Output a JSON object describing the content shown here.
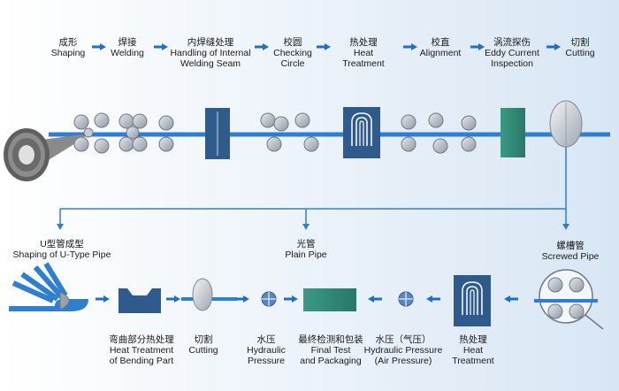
{
  "top_steps": [
    {
      "cn": "成形",
      "en": [
        "Shaping"
      ]
    },
    {
      "cn": "焊接",
      "en": [
        "Welding"
      ]
    },
    {
      "cn": "内焊缝处理",
      "en": [
        "Handling of Internal",
        "Welding Seam"
      ]
    },
    {
      "cn": "校圆",
      "en": [
        "Checking",
        "Circle"
      ]
    },
    {
      "cn": "热处理",
      "en": [
        "Heat",
        "Treatment"
      ]
    },
    {
      "cn": "校直",
      "en": [
        "Alignment"
      ]
    },
    {
      "cn": "涡流探伤",
      "en": [
        "Eddy Current",
        "Inspection"
      ]
    },
    {
      "cn": "切割",
      "en": [
        "Cutting"
      ]
    }
  ],
  "branches": [
    {
      "cn": "U型管成型",
      "en": [
        "Shaping of U-Type Pipe"
      ]
    },
    {
      "cn": "光管",
      "en": [
        "Plain Pipe"
      ]
    },
    {
      "cn": "螺槽管",
      "en": [
        "Screwed Pipe"
      ]
    }
  ],
  "bottom_steps": [
    {
      "cn": "弯曲部分热处理",
      "en": [
        "Heat Treatment",
        "of Bending Part"
      ]
    },
    {
      "cn": "切割",
      "en": [
        "Cutting"
      ]
    },
    {
      "cn": "水压",
      "en": [
        "Hydraulic",
        "Pressure"
      ]
    },
    {
      "cn": "最终检测和包装",
      "en": [
        "Final Test",
        "and Packaging"
      ]
    },
    {
      "cn": "水压（气压）",
      "en": [
        "Hydraulic Pressure",
        "(Air Pressure)"
      ]
    },
    {
      "cn": "热处理",
      "en": [
        "Heat",
        "Treatment"
      ]
    }
  ],
  "colors": {
    "flow_line": "#2f7fd0",
    "arrow": "#1f6fc5",
    "navy_block": "#2f5a8c",
    "green_block": "#2f8a76",
    "roller": "#9aa3ad",
    "coil": "#6f6f6f"
  }
}
